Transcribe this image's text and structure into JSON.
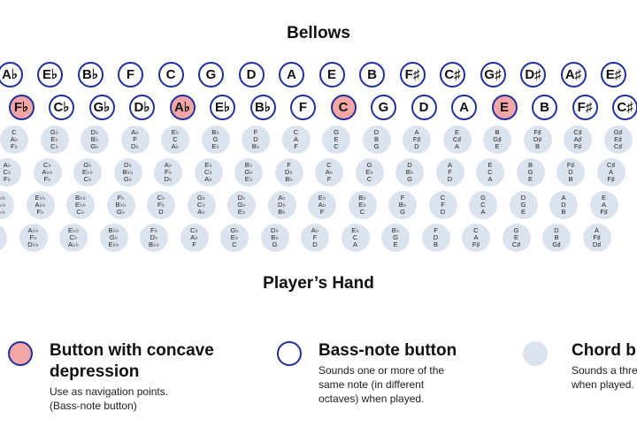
{
  "title_top": "Bellows",
  "title_bottom": "Player’s Hand",
  "row1": [
    "A♭",
    "E♭",
    "B♭",
    "F",
    "C",
    "G",
    "D",
    "A",
    "E",
    "B",
    "F♯",
    "C♯",
    "G♯",
    "D♯",
    "A♯",
    "E♯"
  ],
  "row2": [
    {
      "note": "F♭",
      "concave": true
    },
    {
      "note": "C♭",
      "concave": false
    },
    {
      "note": "G♭",
      "concave": false
    },
    {
      "note": "D♭",
      "concave": false
    },
    {
      "note": "A♭",
      "concave": true
    },
    {
      "note": "E♭",
      "concave": false
    },
    {
      "note": "B♭",
      "concave": false
    },
    {
      "note": "F",
      "concave": false
    },
    {
      "note": "C",
      "concave": true
    },
    {
      "note": "G",
      "concave": false
    },
    {
      "note": "D",
      "concave": false
    },
    {
      "note": "A",
      "concave": false
    },
    {
      "note": "E",
      "concave": true
    },
    {
      "note": "B",
      "concave": false
    },
    {
      "note": "F♯",
      "concave": false
    },
    {
      "note": "C♯",
      "concave": false
    }
  ],
  "chord_rows": [
    [
      [
        "C",
        "A♭",
        "F♭"
      ],
      [
        "G♭",
        "E♭",
        "C♭"
      ],
      [
        "D♭",
        "B♭",
        "G♭"
      ],
      [
        "A♭",
        "F",
        "D♭"
      ],
      [
        "E♭",
        "C",
        "A♭"
      ],
      [
        "B♭",
        "G",
        "E♭"
      ],
      [
        "F",
        "D",
        "B♭"
      ],
      [
        "C",
        "A",
        "F"
      ],
      [
        "G",
        "E",
        "C"
      ],
      [
        "D",
        "B",
        "G"
      ],
      [
        "A",
        "F♯",
        "D"
      ],
      [
        "E",
        "C♯",
        "A"
      ],
      [
        "B",
        "G♯",
        "E"
      ],
      [
        "F♯",
        "D♯",
        "B"
      ],
      [
        "C♯",
        "A♯",
        "F♯"
      ],
      [
        "G♯",
        "E♯",
        "C♯"
      ]
    ],
    [
      [
        "A♭",
        "C♭",
        "F♭"
      ],
      [
        "C♭",
        "A♭♭",
        "F♭"
      ],
      [
        "G♭",
        "E♭♭",
        "C♭"
      ],
      [
        "D♭",
        "B♭♭",
        "G♭"
      ],
      [
        "A♭",
        "F♭",
        "D♭"
      ],
      [
        "E♭",
        "C♭",
        "A♭"
      ],
      [
        "B♭",
        "G♭",
        "E♭"
      ],
      [
        "F",
        "D♭",
        "B♭"
      ],
      [
        "C",
        "A♭",
        "F"
      ],
      [
        "G",
        "E♭",
        "C"
      ],
      [
        "D",
        "B♭",
        "G"
      ],
      [
        "A",
        "F",
        "D"
      ],
      [
        "E",
        "C",
        "A"
      ],
      [
        "B",
        "G",
        "E"
      ],
      [
        "F♯",
        "D",
        "B"
      ],
      [
        "C♯",
        "A",
        "F♯"
      ]
    ],
    [
      [
        "A♭♭",
        "D♭♭",
        "B♭♭"
      ],
      [
        "E♭♭",
        "A♭♭",
        "F♭"
      ],
      [
        "B♭♭",
        "E♭♭",
        "C♭"
      ],
      [
        "F♭",
        "B♭♭",
        "G♭"
      ],
      [
        "C♭",
        "F♭",
        "D"
      ],
      [
        "G♭",
        "C♭",
        "A♭"
      ],
      [
        "D♭",
        "G♭",
        "E♭"
      ],
      [
        "A♭",
        "D♭",
        "B♭"
      ],
      [
        "E♭",
        "A♭",
        "F"
      ],
      [
        "B♭",
        "E♭",
        "C"
      ],
      [
        "F",
        "B♭",
        "G"
      ],
      [
        "C",
        "F",
        "D"
      ],
      [
        "G",
        "C",
        "A"
      ],
      [
        "D",
        "G",
        "E"
      ],
      [
        "A",
        "D",
        "B"
      ],
      [
        "E",
        "A",
        "F♯"
      ]
    ],
    [
      [
        "D♭♭",
        "B♭♭",
        "G♭♭"
      ],
      [
        "A♭♭",
        "F♭",
        "D♭♭"
      ],
      [
        "E♭♭",
        "C♭",
        "A♭♭"
      ],
      [
        "B♭♭",
        "G♭",
        "E♭♭"
      ],
      [
        "F♭",
        "D♭",
        "B♭♭"
      ],
      [
        "C♭",
        "A♭",
        "F"
      ],
      [
        "G♭",
        "E♭",
        "C"
      ],
      [
        "D♭",
        "B♭",
        "G"
      ],
      [
        "A♭",
        "F",
        "D"
      ],
      [
        "E♭",
        "C",
        "A"
      ],
      [
        "B♭",
        "G",
        "E"
      ],
      [
        "F",
        "D",
        "B"
      ],
      [
        "C",
        "A",
        "F♯"
      ],
      [
        "G",
        "E",
        "C♯"
      ],
      [
        "D",
        "B",
        "G♯"
      ],
      [
        "A",
        "F♯",
        "D♯"
      ]
    ]
  ],
  "legend": {
    "concave": {
      "title": "Button with concave depression",
      "desc1": "Use as navigation points.",
      "desc2": "(Bass-note button)"
    },
    "bass": {
      "title": "Bass-note button",
      "desc1": "Sounds one or more of the",
      "desc2": "same note (in different",
      "desc3": "octaves) when played."
    },
    "chord": {
      "title": "Chord button",
      "desc1": "Sounds a three-note chord",
      "desc2": "when played."
    }
  },
  "colors": {
    "bass_border": "#1f2f9e",
    "concave_fill": "#f2a6a6",
    "chord_fill": "#dbe4ee"
  }
}
